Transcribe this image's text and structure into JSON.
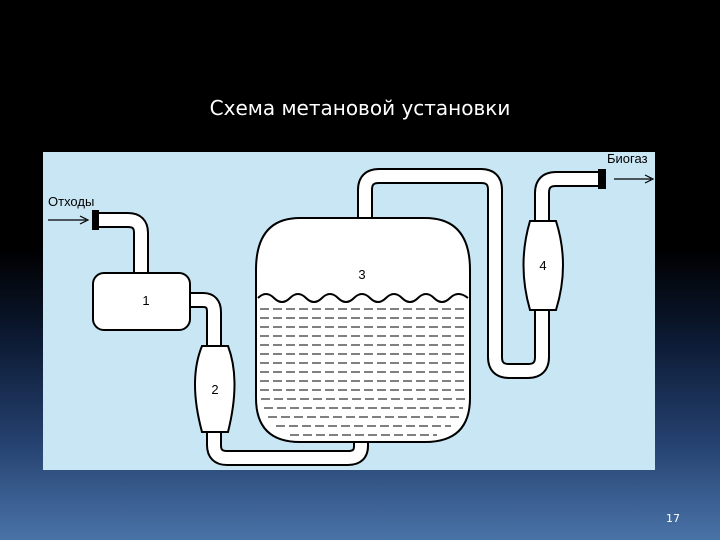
{
  "slide": {
    "title": "Схема метановой установки",
    "page_number": "17"
  },
  "diagram": {
    "labels": {
      "input": "Отходы",
      "output": "Биогаз",
      "unit1": "1",
      "unit2": "2",
      "unit3": "3",
      "unit4": "4"
    },
    "colors": {
      "background": "#c9e6f5",
      "pipe": "#ffffff",
      "outline": "#000000"
    }
  }
}
